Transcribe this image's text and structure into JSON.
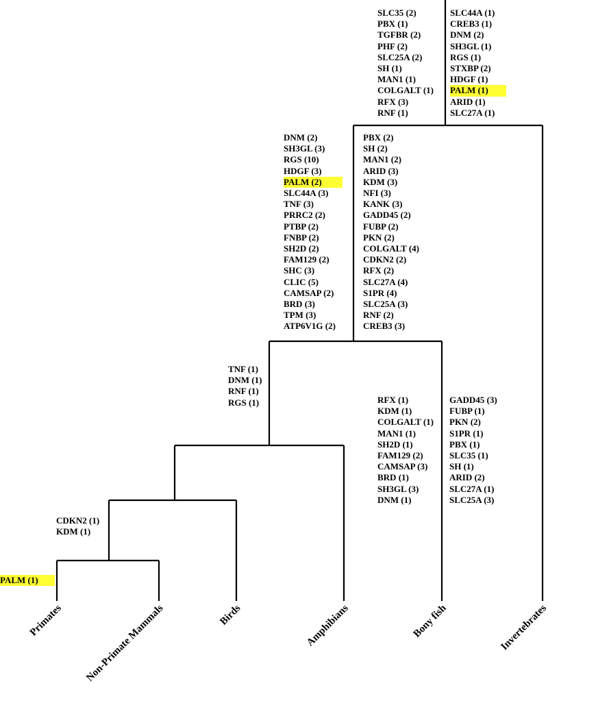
{
  "taxa": [
    "Primates",
    "Non-Primate Mammals",
    "Birds",
    "Amphibians",
    "Bony fish",
    "Invertebrates"
  ],
  "highlight_color": "#ffff33",
  "gene_lists": {
    "root_left": [
      {
        "text": "SLC35  (2)"
      },
      {
        "text": "PBX  (1)"
      },
      {
        "text": "TGFBR  (2)"
      },
      {
        "text": "PHF  (2)"
      },
      {
        "text": "SLC25A  (2)"
      },
      {
        "text": "SH  (1)"
      },
      {
        "text": "MAN1  (1)"
      },
      {
        "text": "COLGALT (1)"
      },
      {
        "text": "RFX  (3)"
      },
      {
        "text": "RNF  (1)"
      }
    ],
    "root_right": [
      {
        "text": "SLC44A  (1)"
      },
      {
        "text": "CREB3  (1)"
      },
      {
        "text": "DNM  (2)"
      },
      {
        "text": "SH3GL (1)"
      },
      {
        "text": "RGS  (1)"
      },
      {
        "text": "STXBP  (2)"
      },
      {
        "text": "HDGF  (1)"
      },
      {
        "text": "PALM  (1)",
        "highlight": true
      },
      {
        "text": "ARID  (1)"
      },
      {
        "text": "SLC27A  (1)"
      }
    ],
    "vertebrate_left": [
      {
        "text": "DNM  (2)"
      },
      {
        "text": "SH3GL  (3)"
      },
      {
        "text": "RGS  (10)"
      },
      {
        "text": "HDGF  (3)"
      },
      {
        "text": "PALM  (2)",
        "highlight": true
      },
      {
        "text": "SLC44A  (3)"
      },
      {
        "text": "TNF  (3)"
      },
      {
        "text": "PRRC2  (2)"
      },
      {
        "text": "PTBP  (2)"
      },
      {
        "text": "FNBP  (2)"
      },
      {
        "text": "SH2D  (2)"
      },
      {
        "text": "FAM129  (2)"
      },
      {
        "text": "SHC  (3)"
      },
      {
        "text": "CLIC  (5)"
      },
      {
        "text": "CAMSAP  (2)"
      },
      {
        "text": "BRD  (3)"
      },
      {
        "text": "TPM  (3)"
      },
      {
        "text": "ATP6V1G (2)"
      }
    ],
    "vertebrate_right": [
      {
        "text": "PBX  (2)"
      },
      {
        "text": "SH  (2)"
      },
      {
        "text": "MAN1  (2)"
      },
      {
        "text": "ARID  (3)"
      },
      {
        "text": "KDM  (3)"
      },
      {
        "text": "NFI  (3)"
      },
      {
        "text": "KANK  (3)"
      },
      {
        "text": "GADD45  (2)"
      },
      {
        "text": "FUBP  (2)"
      },
      {
        "text": "PKN  (2)"
      },
      {
        "text": "COLGALT  (4)"
      },
      {
        "text": "CDKN2  (2)"
      },
      {
        "text": "RFX  (2)"
      },
      {
        "text": "SLC27A  (4)"
      },
      {
        "text": "S1PR  (4)"
      },
      {
        "text": "SLC25A  (3)"
      },
      {
        "text": "RNF  (2)"
      },
      {
        "text": "CREB3  (3)"
      }
    ],
    "tetrapod": [
      {
        "text": "TNF  (1)"
      },
      {
        "text": "DNM (1)"
      },
      {
        "text": "RNF  (1)"
      },
      {
        "text": "RGS  (1)"
      }
    ],
    "amphibians": [
      {
        "text": "RFX  (1)"
      },
      {
        "text": "KDM  (1)"
      },
      {
        "text": "COLGALT (1)"
      },
      {
        "text": "MAN1  (1)"
      },
      {
        "text": "SH2D  (1)"
      },
      {
        "text": "FAM129  (2)"
      },
      {
        "text": "CAMSAP  (3)"
      },
      {
        "text": "BRD  (1)"
      },
      {
        "text": "SH3GL  (3)"
      },
      {
        "text": "DNM  (1)"
      }
    ],
    "bony_fish": [
      {
        "text": "GADD45  (3)"
      },
      {
        "text": "FUBP  (1)"
      },
      {
        "text": "PKN  (2)"
      },
      {
        "text": "S1PR  (1)"
      },
      {
        "text": "PBX  (1)"
      },
      {
        "text": "SLC35  (1)"
      },
      {
        "text": "SH  (1)"
      },
      {
        "text": "ARID  (2)"
      },
      {
        "text": "SLC27A  (1)"
      },
      {
        "text": "SLC25A  (3)"
      }
    ],
    "mammals": [
      {
        "text": "CDKN2  (1)"
      },
      {
        "text": "KDM  (1)"
      }
    ],
    "primates": [
      {
        "text": "PALM (1)",
        "highlight": true
      }
    ]
  }
}
